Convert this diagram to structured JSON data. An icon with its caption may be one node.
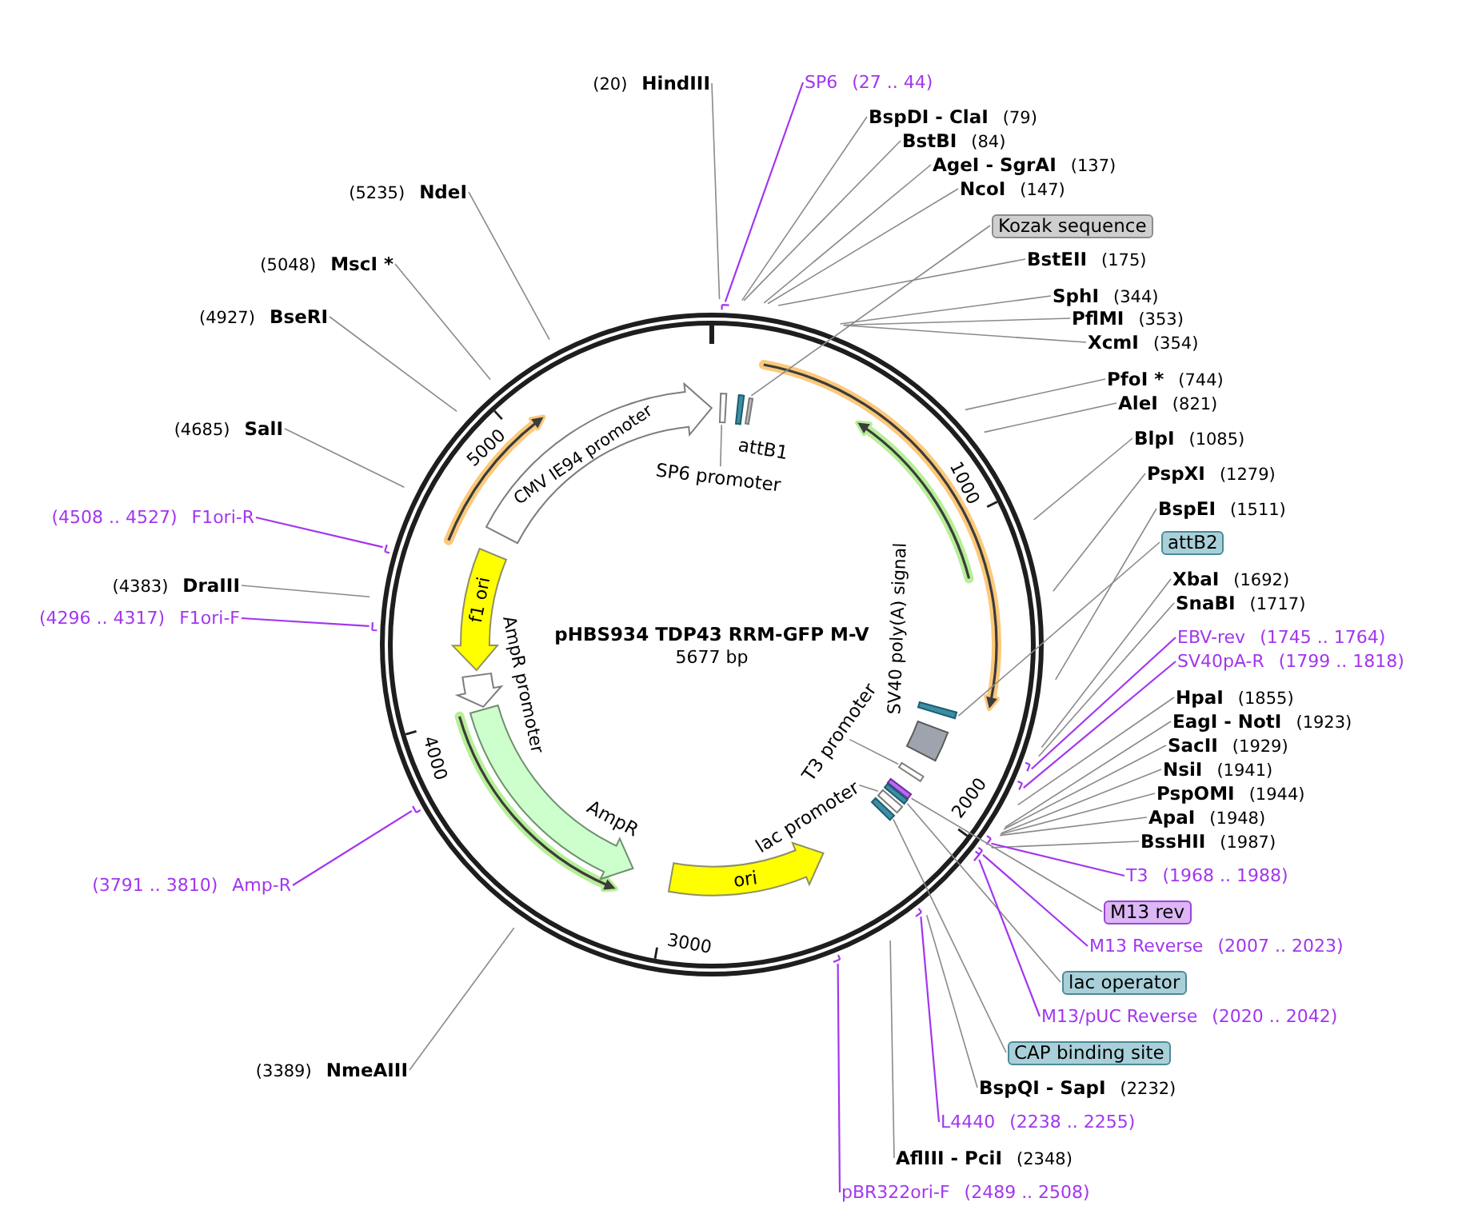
{
  "diagram": {
    "title": "pHBS934 TDP43 RRM-GFP M-V",
    "nodes": [
      {
        "text": [
          "(20)",
          "HindIII"
        ]
      },
      {
        "text": [
          "SP6",
          "(27 .. 44)"
        ]
      },
      {
        "text": [
          "BspDI - ClaI",
          "(79)"
        ]
      },
      {
        "text": [
          "BstBI",
          "(84)"
        ]
      },
      {
        "text": [
          "AgeI - SgrAI",
          "(137)"
        ]
      },
      {
        "text": [
          "NcoI",
          "(147)"
        ]
      },
      {
        "text": [
          "Kozak sequence"
        ]
      },
      {
        "text": [
          "BstEII",
          "(175)"
        ]
      },
      {
        "text": [
          "SphI",
          "(344)"
        ]
      },
      {
        "text": [
          "PflMI",
          "(353)"
        ]
      },
      {
        "text": [
          "XcmI",
          "(354)"
        ]
      },
      {
        "text": [
          "PfoI *",
          "(744)"
        ]
      },
      {
        "text": [
          "AleI",
          "(821)"
        ]
      },
      {
        "text": [
          "BlpI",
          "(1085)"
        ]
      },
      {
        "text": [
          "PspXI",
          "(1279)"
        ]
      },
      {
        "text": [
          "BspEI",
          "(1511)"
        ]
      },
      {
        "text": [
          "attB2"
        ]
      },
      {
        "text": [
          "XbaI",
          "(1692)"
        ]
      },
      {
        "text": [
          "SnaBI",
          "(1717)"
        ]
      },
      {
        "text": [
          "EBV-rev",
          "(1745 .. 1764)"
        ]
      },
      {
        "text": [
          "SV40pA-R",
          "(1799 .. 1818)"
        ]
      },
      {
        "text": [
          "HpaI",
          "(1855)"
        ]
      },
      {
        "text": [
          "EagI - NotI",
          "(1923)"
        ]
      },
      {
        "text": [
          "SacII",
          "(1929)"
        ]
      },
      {
        "text": [
          "NsiI",
          "(1941)"
        ]
      },
      {
        "text": [
          "PspOMI",
          "(1944)"
        ]
      },
      {
        "text": [
          "ApaI",
          "(1948)"
        ]
      },
      {
        "text": [
          "BssHII",
          "(1987)"
        ]
      },
      {
        "text": [
          "T3",
          "(1968 .. 1988)"
        ]
      },
      {
        "text": [
          "M13 rev"
        ]
      },
      {
        "text": [
          "M13 Reverse",
          "(2007 .. 2023)"
        ]
      },
      {
        "text": [
          "lac operator"
        ]
      },
      {
        "text": [
          "M13/pUC Reverse",
          "(2020 .. 2042)"
        ]
      },
      {
        "text": [
          "CAP binding site"
        ]
      },
      {
        "text": [
          "BspQI - SapI",
          "(2232)"
        ]
      },
      {
        "text": [
          "L4440",
          "(2238 .. 2255)"
        ]
      },
      {
        "text": [
          "AflIII - PciI",
          "(2348)"
        ]
      },
      {
        "text": [
          "pBR322ori-F",
          "(2489 .. 2508)"
        ]
      },
      {
        "text": [
          "(3389)",
          "NmeAIII"
        ]
      },
      {
        "text": [
          "(3791 .. 3810)",
          "Amp-R"
        ]
      },
      {
        "text": [
          "(4296 .. 4317)",
          "F1ori-F"
        ]
      },
      {
        "text": [
          "(4383)",
          "DraIII"
        ]
      },
      {
        "text": [
          "(4508 .. 4527)",
          "F1ori-R"
        ]
      },
      {
        "text": [
          "(4685)",
          "SalI"
        ]
      },
      {
        "text": [
          "(4927)",
          "BseRI"
        ]
      },
      {
        "text": [
          "(5048)",
          "MscI *"
        ]
      },
      {
        "text": [
          "(5235)",
          "NdeI"
        ]
      },
      {
        "text": [
          "CMV IE94 promoter"
        ]
      },
      {
        "text": [
          "SP6 promoter"
        ]
      },
      {
        "text": [],
        "shape": "bar"
      },
      {
        "text": [
          "attB1"
        ]
      },
      {
        "text": [],
        "shape": "bar"
      },
      {
        "text": [
          "f1 ori"
        ]
      },
      {
        "text": [
          "AmpR promoter"
        ]
      },
      {
        "text": [
          "AmpR"
        ]
      },
      {
        "text": [
          "ori"
        ]
      },
      {
        "text": [
          "lac promoter"
        ]
      },
      {
        "text": [],
        "shape": "bar"
      },
      {
        "text": [
          "T3 promoter"
        ]
      },
      {
        "text": [],
        "shape": "bar"
      },
      {
        "text": [
          "SV40 poly(A) signal"
        ]
      },
      {
        "text": [],
        "shape": "bar"
      },
      {
        "text": [],
        "shape": "bar"
      },
      {
        "text": [],
        "shape": "bar"
      },
      {
        "text": [],
        "shape": "bar"
      }
    ],
    "edges": [
      {
        "from": 0,
        "to": null,
        "arrow": "none"
      },
      {
        "from": 1,
        "to": null,
        "arrow": "none",
        "color": "#a236ee"
      },
      {
        "from": 2,
        "to": null,
        "arrow": "none"
      },
      {
        "from": 3,
        "to": null,
        "arrow": "none"
      },
      {
        "from": 4,
        "to": null,
        "arrow": "none"
      },
      {
        "from": 5,
        "to": null,
        "arrow": "none"
      },
      {
        "from": 6,
        "to": 51,
        "arrow": "none"
      },
      {
        "from": 7,
        "to": null,
        "arrow": "none"
      },
      {
        "from": 8,
        "to": null,
        "arrow": "none"
      },
      {
        "from": 9,
        "to": null,
        "arrow": "none"
      },
      {
        "from": 10,
        "to": null,
        "arrow": "none"
      },
      {
        "from": 11,
        "to": null,
        "arrow": "none"
      },
      {
        "from": 12,
        "to": null,
        "arrow": "none"
      },
      {
        "from": 13,
        "to": null,
        "arrow": "none"
      },
      {
        "from": 14,
        "to": null,
        "arrow": "none"
      },
      {
        "from": 15,
        "to": null,
        "arrow": "none"
      },
      {
        "from": 16,
        "to": 61,
        "arrow": "none"
      },
      {
        "from": 17,
        "to": null,
        "arrow": "none"
      },
      {
        "from": 18,
        "to": null,
        "arrow": "none"
      },
      {
        "from": 19,
        "to": null,
        "arrow": "none",
        "color": "#a236ee"
      },
      {
        "from": 20,
        "to": null,
        "arrow": "none",
        "color": "#a236ee"
      },
      {
        "from": 21,
        "to": null,
        "arrow": "none"
      },
      {
        "from": 22,
        "to": null,
        "arrow": "none"
      },
      {
        "from": 23,
        "to": null,
        "arrow": "none"
      },
      {
        "from": 24,
        "to": null,
        "arrow": "none"
      },
      {
        "from": 25,
        "to": null,
        "arrow": "none"
      },
      {
        "from": 26,
        "to": null,
        "arrow": "none"
      },
      {
        "from": 27,
        "to": null,
        "arrow": "none"
      },
      {
        "from": 28,
        "to": null,
        "arrow": "none",
        "color": "#a236ee"
      },
      {
        "from": 29,
        "to": 62,
        "arrow": "none"
      },
      {
        "from": 30,
        "to": null,
        "arrow": "none",
        "color": "#a236ee"
      },
      {
        "from": 31,
        "to": 63,
        "arrow": "none"
      },
      {
        "from": 32,
        "to": null,
        "arrow": "none",
        "color": "#a236ee"
      },
      {
        "from": 33,
        "to": 64,
        "arrow": "none"
      },
      {
        "from": 34,
        "to": null,
        "arrow": "none"
      },
      {
        "from": 35,
        "to": null,
        "arrow": "none",
        "color": "#a236ee"
      },
      {
        "from": 36,
        "to": null,
        "arrow": "none"
      },
      {
        "from": 37,
        "to": null,
        "arrow": "none",
        "color": "#a236ee"
      },
      {
        "from": 38,
        "to": null,
        "arrow": "none"
      },
      {
        "from": 39,
        "to": null,
        "arrow": "none",
        "color": "#a236ee"
      },
      {
        "from": 40,
        "to": null,
        "arrow": "none",
        "color": "#a236ee"
      },
      {
        "from": 41,
        "to": null,
        "arrow": "none"
      },
      {
        "from": 42,
        "to": null,
        "arrow": "none",
        "color": "#a236ee"
      },
      {
        "from": 43,
        "to": null,
        "arrow": "none"
      },
      {
        "from": 44,
        "to": null,
        "arrow": "none"
      },
      {
        "from": 45,
        "to": null,
        "arrow": "none"
      },
      {
        "from": 46,
        "to": null,
        "arrow": "none"
      },
      {
        "from": 48,
        "to": 49,
        "arrow": "none"
      },
      {
        "from": 56,
        "to": 57,
        "arrow": "none"
      },
      {
        "from": 58,
        "to": 59,
        "arrow": "none"
      }
    ],
    "labels": [
      "5000",
      "1000",
      "5677 bp",
      "4000",
      "2000",
      "3000"
    ]
  }
}
